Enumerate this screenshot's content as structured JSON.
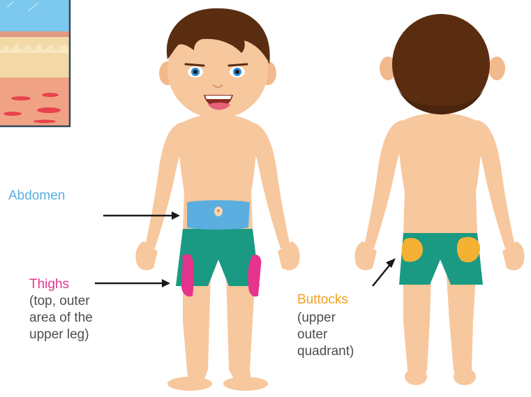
{
  "colors": {
    "skin": "#f7c79d",
    "hair": "#5a2d11",
    "shorts": "#1a9a82",
    "abdomen": "#5aaee0",
    "thighs": "#e6338d",
    "buttocks": "#f5b133",
    "arrow": "#1a1a1a"
  },
  "labels": {
    "abdomen": "Abdomen",
    "thighs": "Thighs",
    "thighs_detail": [
      "(top, outer",
      "area of the",
      "upper leg)"
    ],
    "buttocks": "Buttocks",
    "buttocks_detail": [
      "(upper",
      "outer",
      "quadrant)"
    ]
  }
}
